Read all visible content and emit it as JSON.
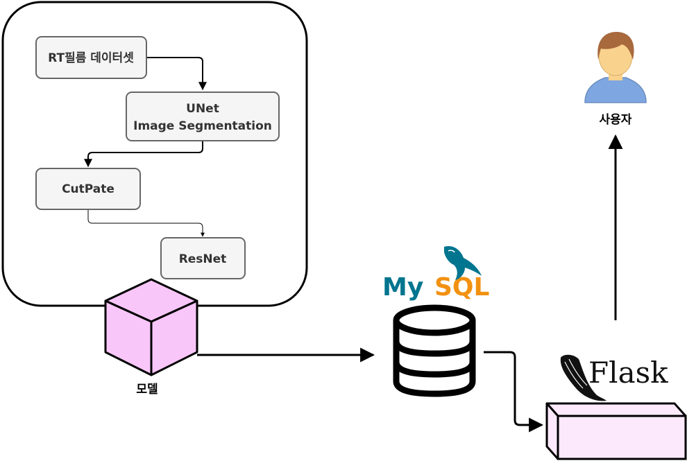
{
  "pipeline": {
    "dataset": "RT필름 데이터셋",
    "unet_line1": "UNet",
    "unet_line2": "Image Segmentation",
    "cutpate": "CutPate",
    "resnet": "ResNet"
  },
  "model_label": "모델",
  "user_label": "사용자",
  "mysql": {
    "my": "My",
    "sql": "SQL"
  },
  "flask_label": "Flask",
  "colors": {
    "node_fill": "#f5f5f5",
    "node_stroke": "#666666",
    "cube_fill": "#f9c6f9",
    "flask_box_fill": "#fce9fc",
    "mysql_blue": "#00758f",
    "mysql_orange": "#f29111",
    "user_skin": "#f9d28d",
    "user_hair": "#a8693d",
    "user_shirt": "#7ea6e0"
  },
  "icons": [
    "user-icon",
    "database-icon",
    "mysql-dolphin-icon",
    "flask-horn-icon",
    "cube-icon"
  ]
}
